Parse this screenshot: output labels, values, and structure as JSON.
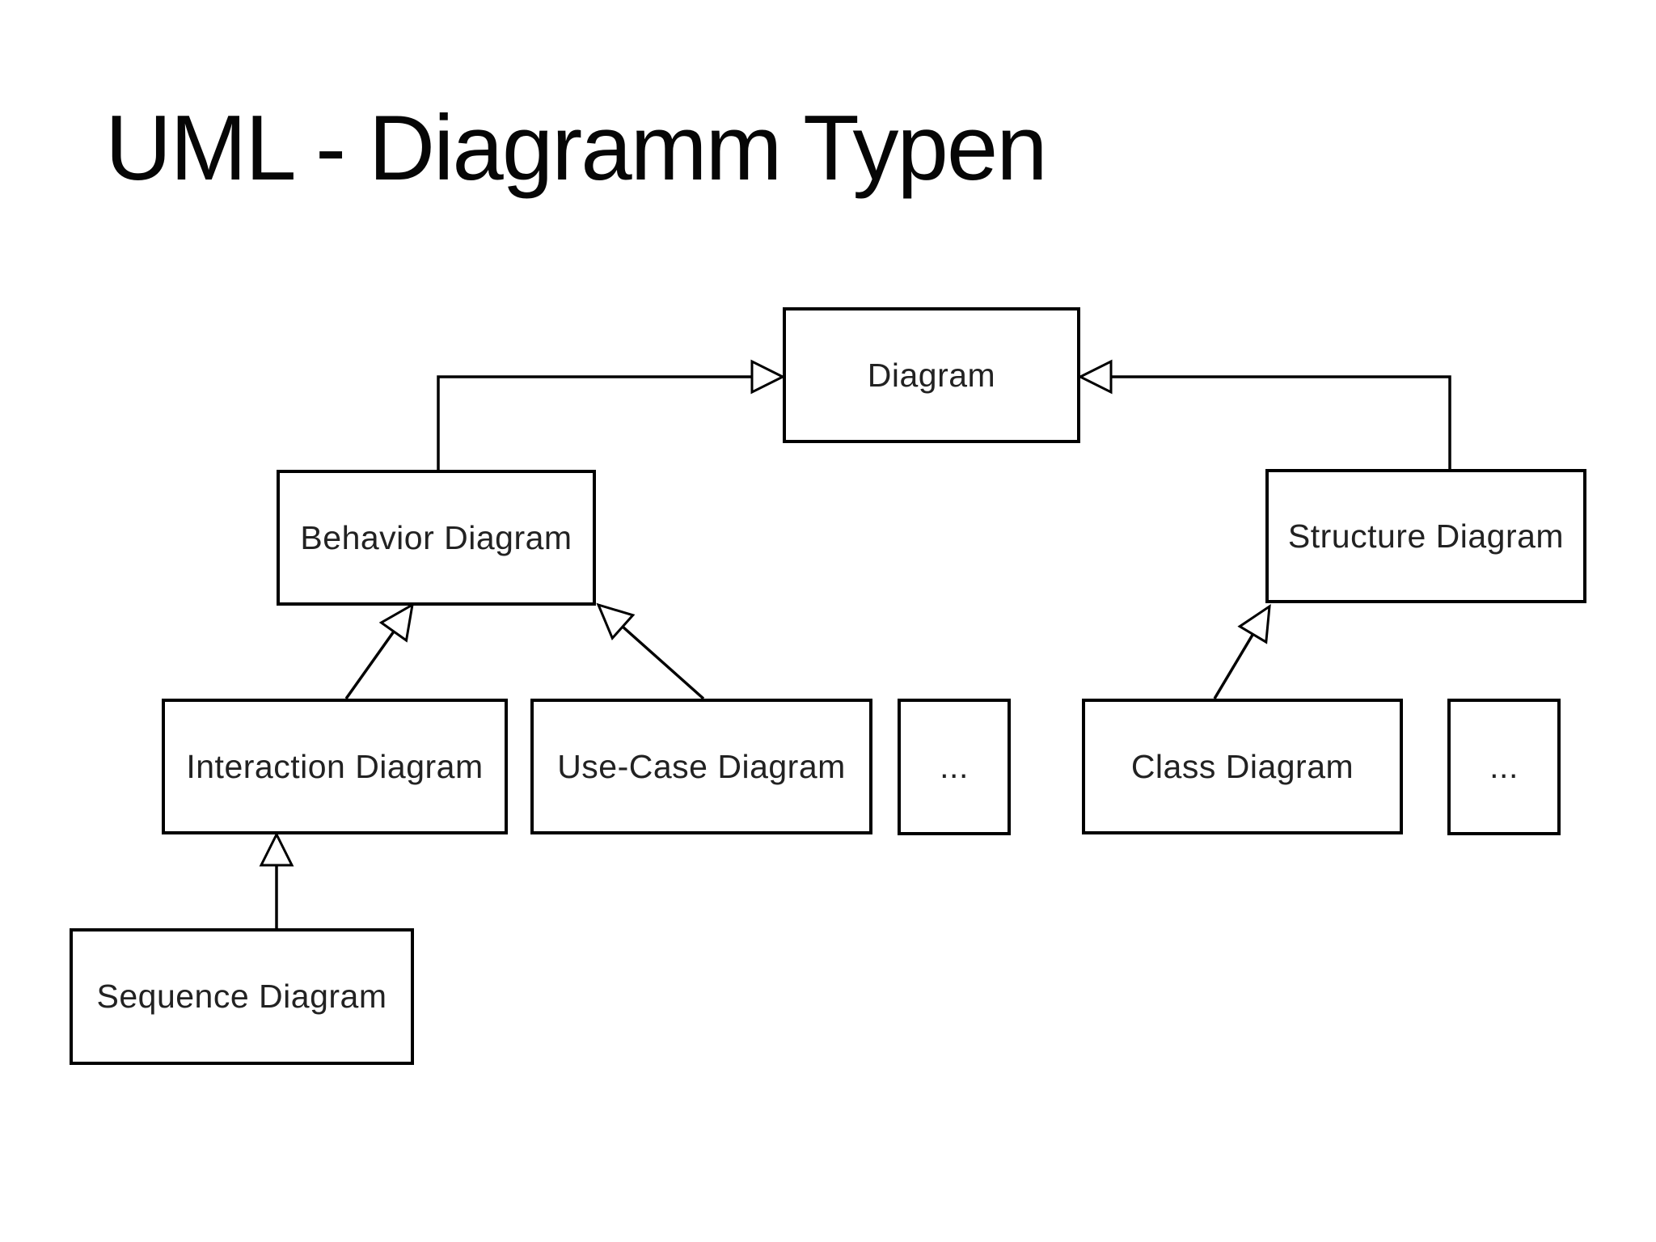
{
  "title": "UML - Diagramm Typen",
  "diagram": {
    "type": "uml-class-hierarchy",
    "nodes": [
      {
        "id": "diagram",
        "label": "Diagram"
      },
      {
        "id": "behavior",
        "label": "Behavior Diagram"
      },
      {
        "id": "structure",
        "label": "Structure Diagram"
      },
      {
        "id": "interaction",
        "label": "Interaction Diagram"
      },
      {
        "id": "usecase",
        "label": "Use-Case Diagram"
      },
      {
        "id": "behavior-more",
        "label": "..."
      },
      {
        "id": "class",
        "label": "Class Diagram"
      },
      {
        "id": "structure-more",
        "label": "..."
      },
      {
        "id": "sequence",
        "label": "Sequence Diagram"
      }
    ],
    "edges": [
      {
        "from": "behavior",
        "to": "diagram",
        "type": "generalization"
      },
      {
        "from": "structure",
        "to": "diagram",
        "type": "generalization"
      },
      {
        "from": "interaction",
        "to": "behavior",
        "type": "generalization"
      },
      {
        "from": "usecase",
        "to": "behavior",
        "type": "generalization"
      },
      {
        "from": "class",
        "to": "structure",
        "type": "generalization"
      },
      {
        "from": "sequence",
        "to": "interaction",
        "type": "generalization"
      }
    ],
    "colors": {
      "background": "#ffffff",
      "line": "#000000",
      "box_border": "#000000",
      "box_fill": "#ffffff",
      "title_text": "#060606",
      "label_text": "#222222"
    }
  }
}
